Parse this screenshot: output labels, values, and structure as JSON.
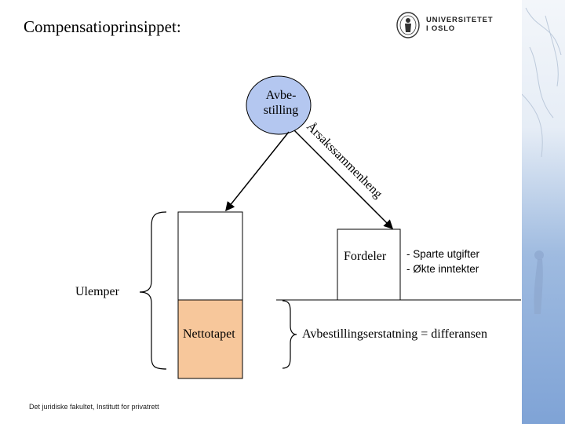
{
  "slide": {
    "title": "Compensatioprinsippet:",
    "footer": "Det juridiske fakultet, Institutt for privatrett"
  },
  "logo": {
    "line1": "UNIVERSITETET",
    "line2": "I OSLO",
    "seal_icon": "university-seal-icon"
  },
  "diagram": {
    "cause_node": "Avbe-\nstilling",
    "causation_label": "Årsakssammenheng",
    "benefits_label": "Fordeler",
    "benefits_list": [
      "- Sparte utgifter",
      "- Økte inntekter"
    ],
    "drawbacks_label": "Ulemper",
    "net_loss_label": "Nettotapet",
    "compensation_label": "Avbestillingserstatning = differansen"
  },
  "colors": {
    "net_loss_fill": "#F7C79B",
    "cause_node_fill": "#B4C7F0",
    "right_band": "#C5D6EC"
  }
}
